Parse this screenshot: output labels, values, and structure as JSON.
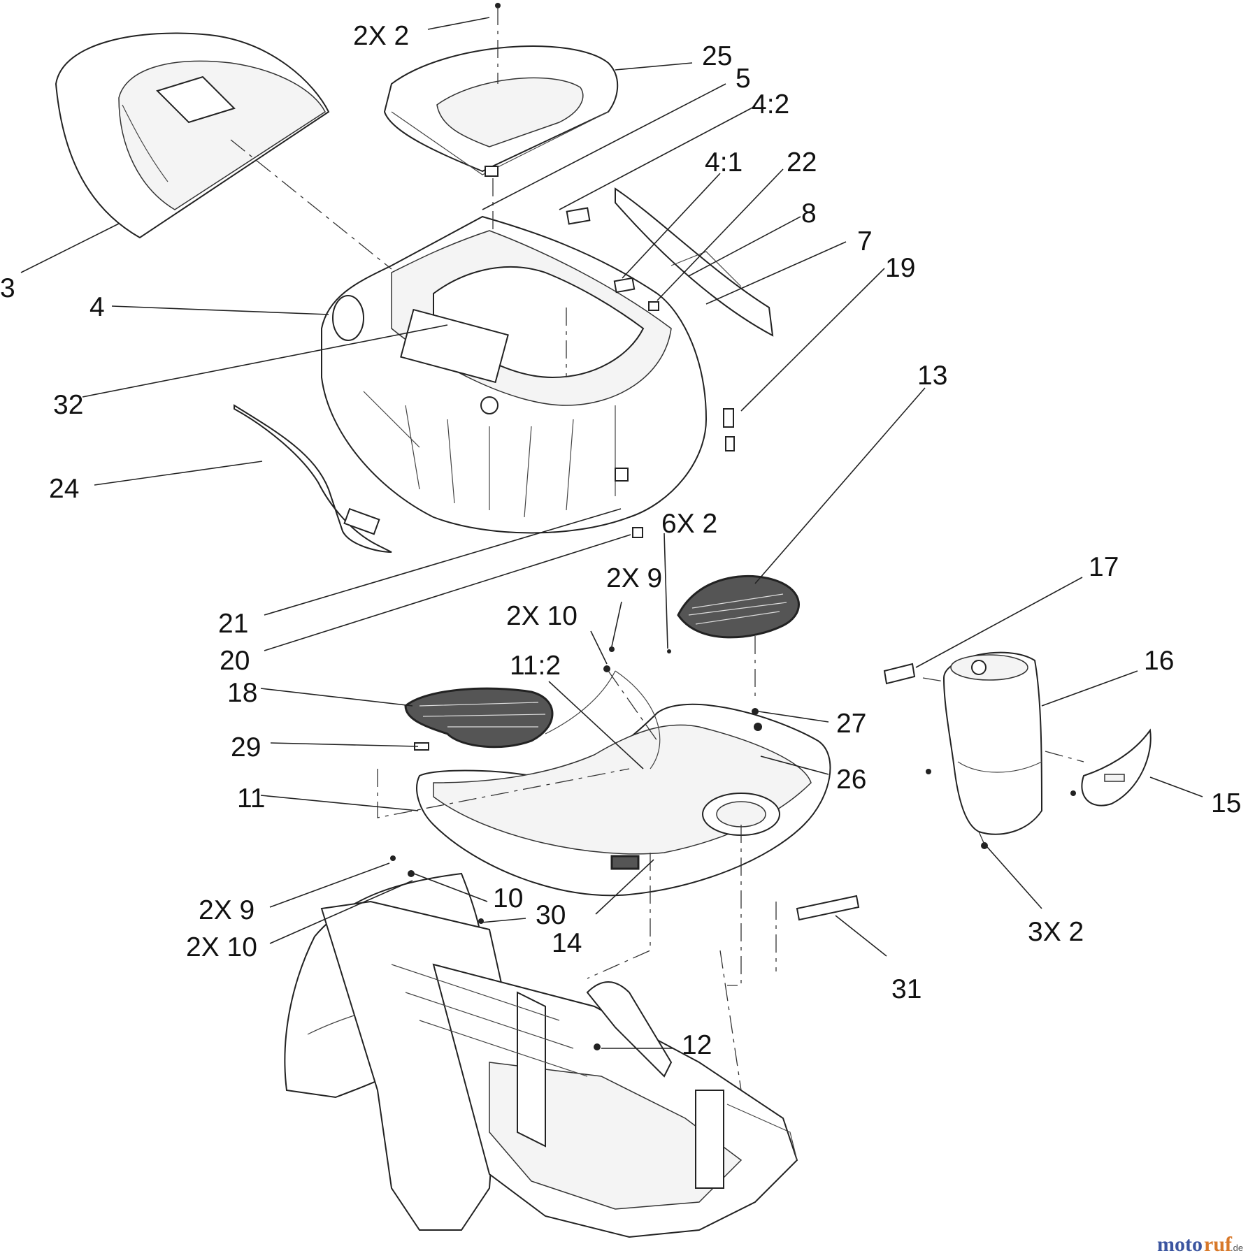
{
  "labels": {
    "l_2x2_top": "2X 2",
    "l_25": "25",
    "l_5": "5",
    "l_4_2": "4:2",
    "l_4_1": "4:1",
    "l_22": "22",
    "l_8": "8",
    "l_7": "7",
    "l_19": "19",
    "l_3": "3",
    "l_4": "4",
    "l_32": "32",
    "l_24": "24",
    "l_13": "13",
    "l_6x2": "6X 2",
    "l_21": "21",
    "l_20": "20",
    "l_2x9_mid": "2X 9",
    "l_2x10_mid": "2X 10",
    "l_11_2": "11:2",
    "l_17": "17",
    "l_16": "16",
    "l_18": "18",
    "l_27": "27",
    "l_29": "29",
    "l_26": "26",
    "l_11": "11",
    "l_15": "15",
    "l_2x9_low": "2X 9",
    "l_10": "10",
    "l_30": "30",
    "l_2x10_low": "2X 10",
    "l_14": "14",
    "l_3x2": "3X 2",
    "l_31": "31",
    "l_12": "12"
  },
  "watermark": {
    "part1": "moto",
    "part2": "ruf",
    "suffix": ".de"
  }
}
